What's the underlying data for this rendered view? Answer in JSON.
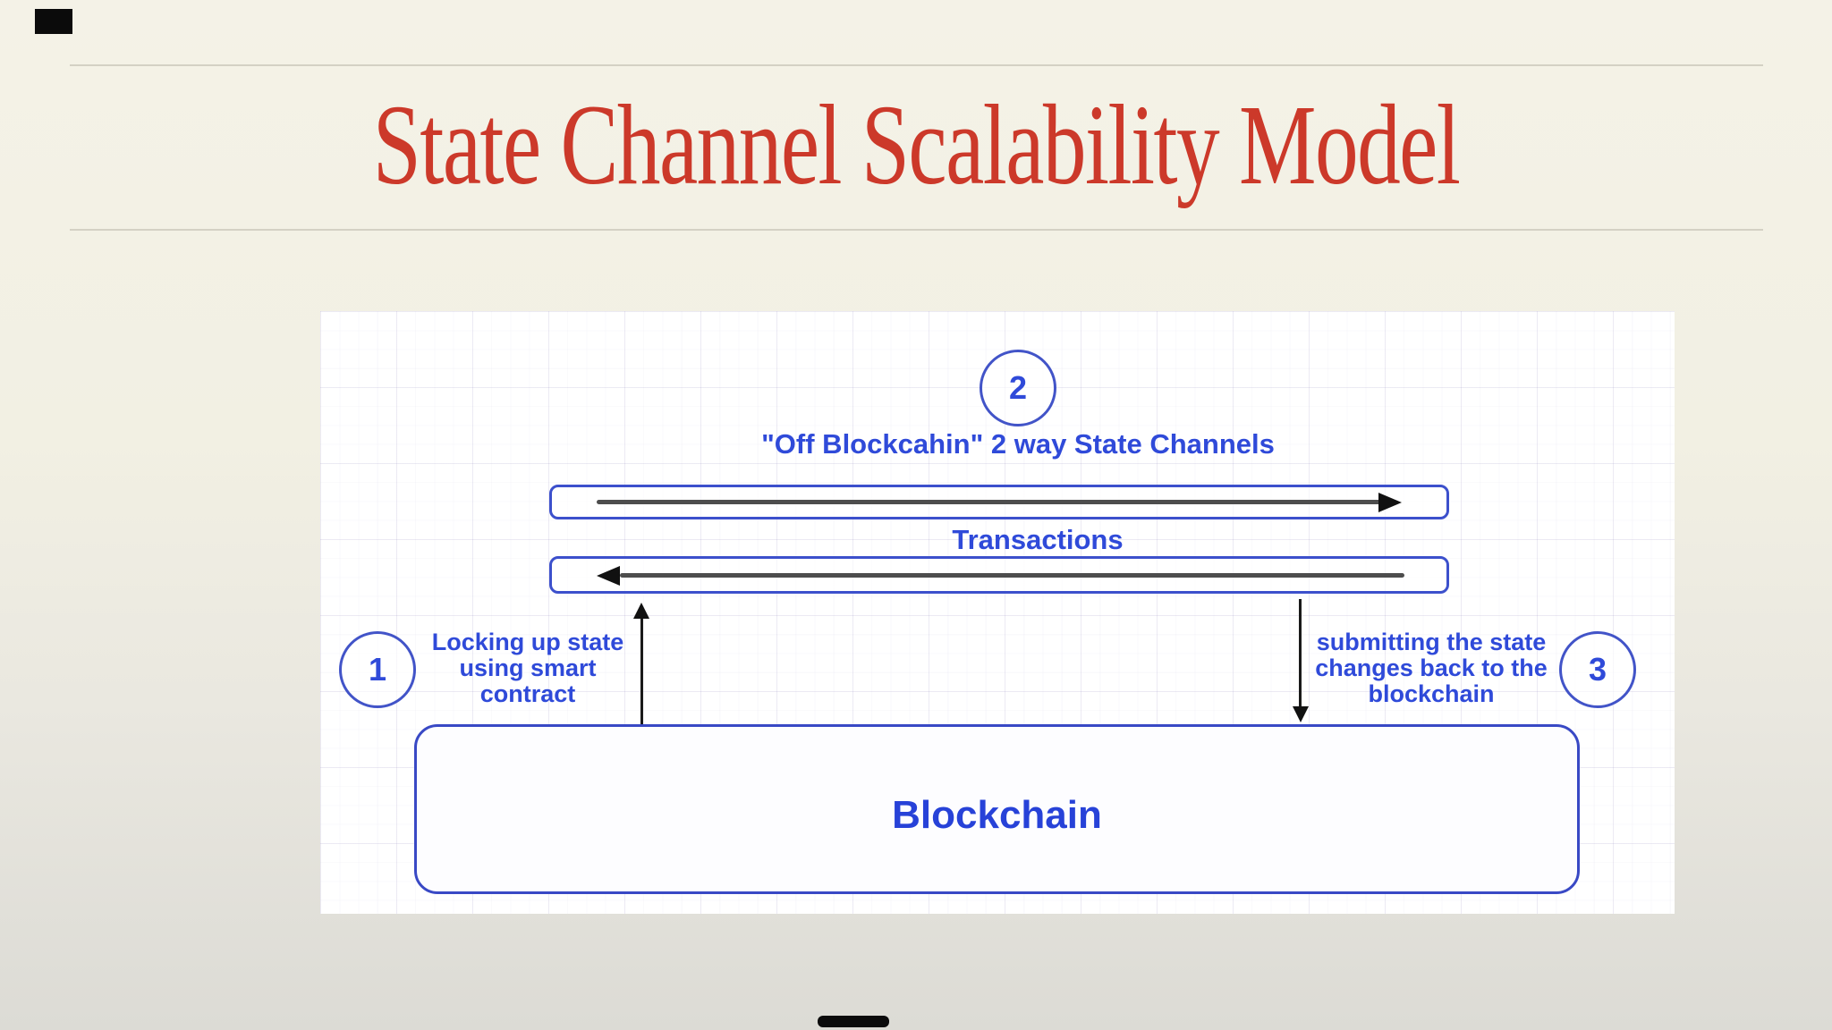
{
  "slide": {
    "title": "State Channel Scalability Model"
  },
  "diagram": {
    "step2_number": "2",
    "step2_label": "\"Off Blockcahin\" 2 way State Channels",
    "transactions_label": "Transactions",
    "step1_number": "1",
    "step1_lines": [
      "Locking up state",
      "using smart",
      "contract"
    ],
    "step3_number": "3",
    "step3_lines": [
      "submitting the state",
      "changes back to the",
      "blockchain"
    ],
    "blockchain_label": "Blockchain",
    "colors": {
      "title_red": "#cc392a",
      "text_blue": "#2f4ad9",
      "shape_border_blue": "#3c50cc",
      "arrow_line_gray": "#4d4d4d",
      "arrow_head_black": "#111111",
      "background_cream": "#f2f0e3",
      "canvas_white": "#ffffff"
    }
  }
}
